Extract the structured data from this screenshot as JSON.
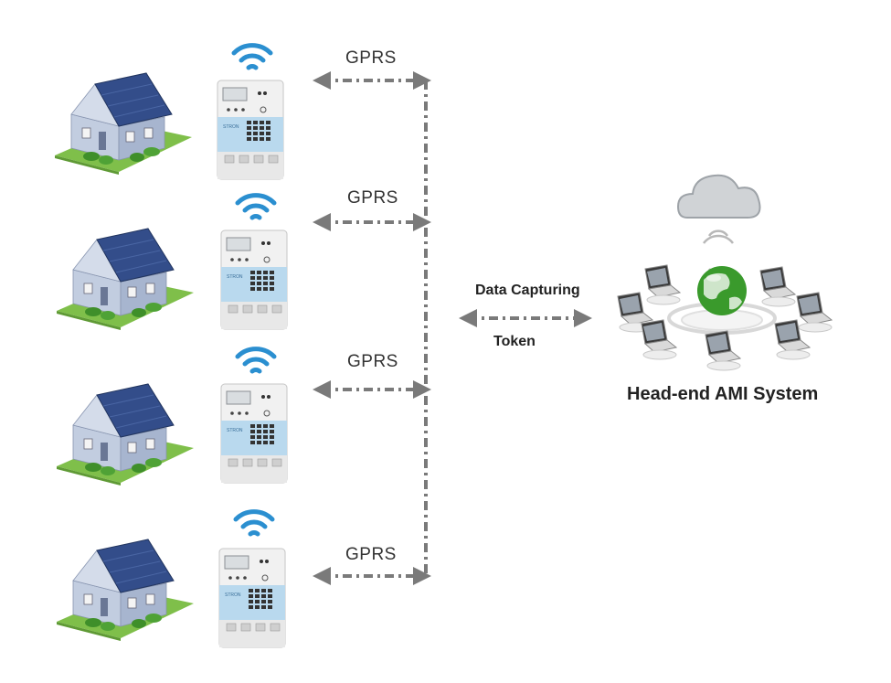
{
  "links": [
    {
      "label": "GPRS"
    },
    {
      "label": "GPRS"
    },
    {
      "label": "GPRS"
    },
    {
      "label": "GPRS"
    }
  ],
  "exchange": {
    "upper_label": "Data Capturing",
    "lower_label": "Token"
  },
  "headend": {
    "title": "Head-end AMI System"
  },
  "meter": {
    "brand": "STRON"
  },
  "colors": {
    "wifi": "#2b8fd0",
    "arrow": "#7a7a7a",
    "roof": "#334d8a",
    "wall": "#c2cde0",
    "lawn": "#7fbf4a",
    "meter_panel": "#b9d9ee",
    "globe": "#3a9a2c"
  },
  "icons": {
    "site": "house-icon",
    "meter": "smart-meter-icon",
    "signal": "wifi-signal-icon",
    "cloud": "cloud-icon",
    "globe": "globe-icon",
    "laptop": "laptop-icon"
  }
}
